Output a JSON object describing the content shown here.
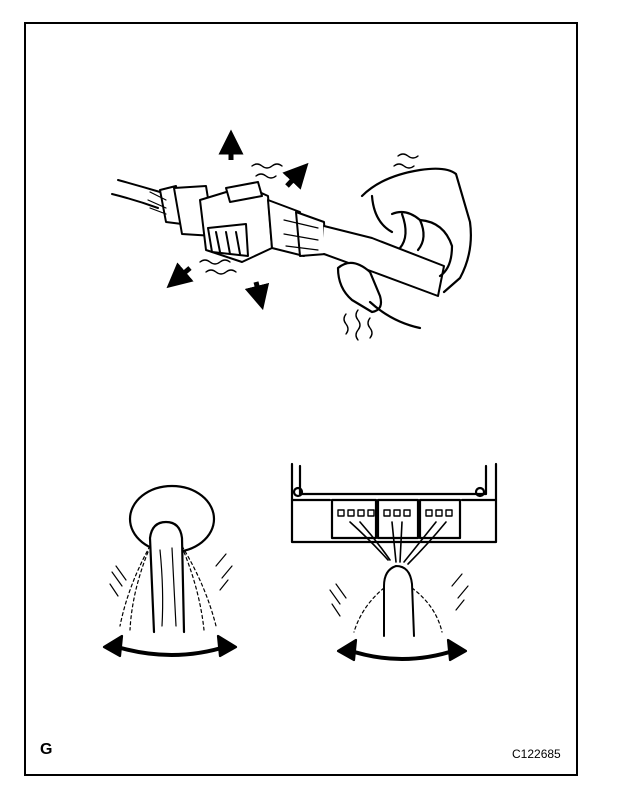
{
  "figure": {
    "corner_letter": "G",
    "figure_id": "C122685",
    "line_color": "#000000",
    "paper_color": "#ffffff"
  },
  "panels": [
    {
      "name": "wiggle-test-connector",
      "icon": "hand-shaking-connector-icon"
    },
    {
      "name": "wiggle-test-grommet",
      "icon": "harness-through-grommet-icon"
    },
    {
      "name": "wiggle-test-ecu-harness",
      "icon": "ecu-connector-harness-icon"
    }
  ]
}
